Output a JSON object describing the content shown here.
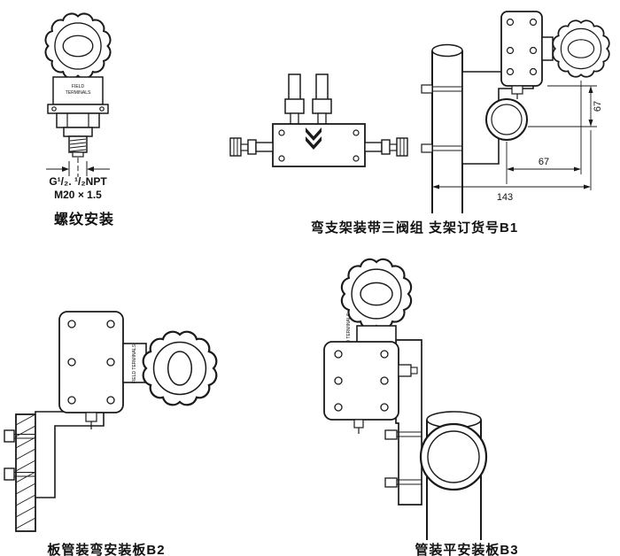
{
  "page": {
    "background": "#ffffff",
    "ink": "#1a1a1a"
  },
  "figure_threaded": {
    "device_label_line1": "FIELD",
    "device_label_line2": "TERMINALS",
    "thread_spec_line1": "G¹/₂. ¹/₂NPT",
    "thread_spec_line2": "M20 × 1.5",
    "caption": "螺纹安装"
  },
  "figure_b1": {
    "caption": "弯支架装带三阀组 支架订货号B1",
    "dim_height": "67",
    "dim_offset": "67",
    "dim_width": "143"
  },
  "figure_b2": {
    "caption": "板管装弯安装板B2",
    "device_label": "FIELD TERMINALS"
  },
  "figure_b3": {
    "caption": "管装平安装板B3",
    "device_label": "FIELD TERMINALS"
  }
}
